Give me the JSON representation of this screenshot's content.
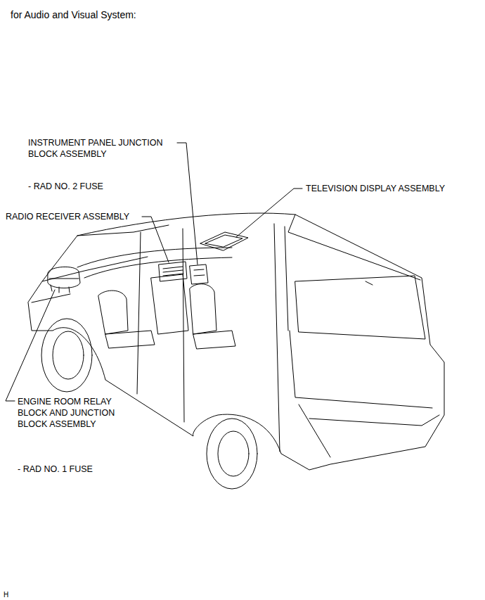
{
  "diagram": {
    "title": "for Audio and Visual System:",
    "labels": [
      "INSTRUMENT PANEL JUNCTION BLOCK ASSEMBLY",
      "- RAD NO. 2 FUSE",
      "TELEVISION DISPLAY ASSEMBLY",
      "RADIO RECEIVER ASSEMBLY",
      "ENGINE ROOM RELAY BLOCK AND JUNCTION BLOCK ASSEMBLY",
      "- RAD NO. 1 FUSE",
      "H"
    ]
  }
}
